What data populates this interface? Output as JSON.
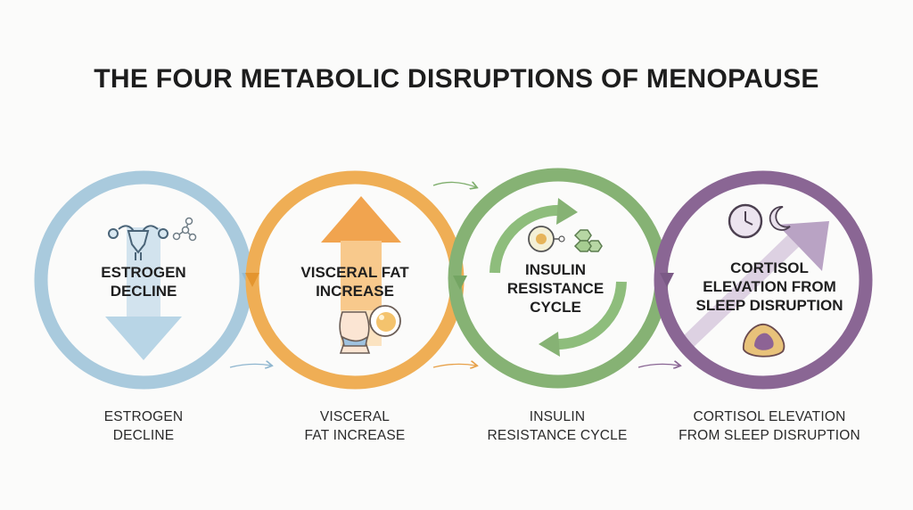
{
  "title": "THE FOUR METABOLIC DISRUPTIONS OF MENOPAUSE",
  "stages": [
    {
      "inner_lines": [
        "ESTROGEN",
        "DECLINE"
      ],
      "caption_lines": [
        "ESTROGEN",
        "DECLINE"
      ],
      "color": "#a9cadd",
      "icons": [
        "uterus-icon",
        "molecule-icon",
        "down-arrow-icon"
      ]
    },
    {
      "inner_lines": [
        "VISCERAL FAT",
        "INCREASE"
      ],
      "caption_lines": [
        "VISCERAL",
        "FAT INCREASE"
      ],
      "color": "#efae55",
      "icons": [
        "up-arrow-icon",
        "torso-icon",
        "fat-cell-icon"
      ]
    },
    {
      "inner_lines": [
        "INSULIN",
        "RESISTANCE",
        "CYCLE"
      ],
      "caption_lines": [
        "INSULIN",
        "RESISTANCE CYCLE"
      ],
      "color": "#86b274",
      "icons": [
        "cell-receptor-icon",
        "glucose-molecule-icon",
        "cycle-arrows-icon"
      ]
    },
    {
      "inner_lines": [
        "CORTISOL",
        "ELEVATION FROM",
        "SLEEP DISRUPTION"
      ],
      "caption_lines": [
        "CORTISOL ELEVATION",
        "FROM SLEEP DISRUPTION"
      ],
      "color": "#8a6694",
      "icons": [
        "clock-icon",
        "moon-icon",
        "adrenal-gland-icon",
        "diagonal-arrow-icon"
      ]
    }
  ]
}
